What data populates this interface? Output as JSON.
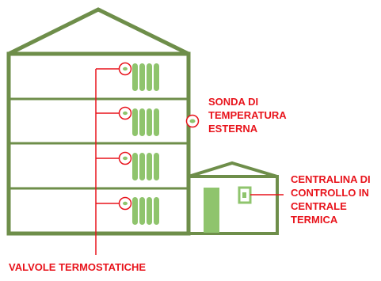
{
  "labels": {
    "sensor": [
      "SONDA DI",
      "TEMPERATURA",
      "ESTERNA"
    ],
    "controller": [
      "CENTRALINA DI",
      "CONTROLLO IN",
      "CENTRALE",
      "TERMICA"
    ],
    "valves": "VALVOLE TERMOSTATICHE"
  },
  "colors": {
    "building": "#6e8e4a",
    "radiator": "#8fc46d",
    "door": "#8fc46d",
    "callout": "#e8141c",
    "text": "#e8141c"
  }
}
